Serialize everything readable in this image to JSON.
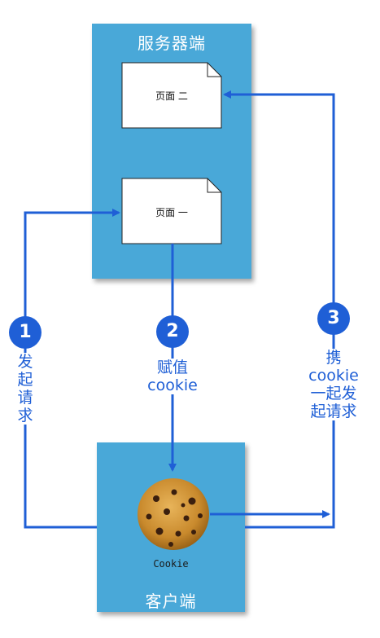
{
  "server": {
    "title": "服务器端",
    "pages": [
      "页面 二",
      "页面 一"
    ]
  },
  "client": {
    "title": "客户端",
    "cookie_label": "Cookie"
  },
  "steps": [
    {
      "number": "1",
      "lines": [
        "发",
        "起",
        "请",
        "求"
      ]
    },
    {
      "number": "2",
      "lines": [
        "赋值",
        "cookie"
      ]
    },
    {
      "number": "3",
      "lines": [
        "携",
        "cookie",
        "一起发",
        "起请求"
      ]
    }
  ],
  "colors": {
    "box": "#4aa8d8",
    "arrow": "#1f5fd6"
  }
}
